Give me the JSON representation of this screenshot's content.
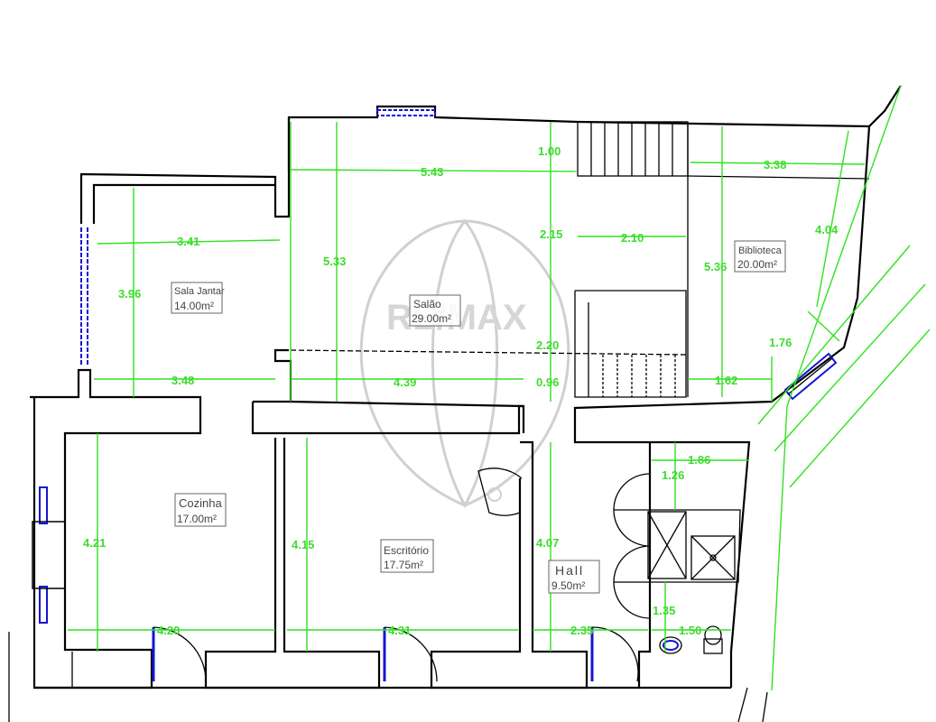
{
  "rooms": [
    {
      "id": "sala-jantar",
      "name": "Sala Jantar",
      "area": "14.00m²"
    },
    {
      "id": "salao",
      "name": "Salão",
      "area": "29.00m²"
    },
    {
      "id": "biblioteca",
      "name": "Biblioteca",
      "area": "20.00m²"
    },
    {
      "id": "cozinha",
      "name": "Cozinha",
      "area": "17.00m²"
    },
    {
      "id": "escritorio",
      "name": "Escritório",
      "area": "17.75m²"
    },
    {
      "id": "hall",
      "name": "Hall",
      "area": "9.50m²"
    }
  ],
  "dimensions": {
    "salao_top_width": "5.43",
    "stair_depth": "1.00",
    "biblioteca_width_top": "3.38",
    "sala_jantar_width_top": "3.41",
    "salao_height": "5.33",
    "gap_215": "2.15",
    "stair_width": "2.10",
    "biblioteca_diag": "4.04",
    "biblioteca_height": "5.36",
    "sala_jantar_height": "3.96",
    "gap_220": "2.20",
    "bay_width": "1.76",
    "sala_jantar_width_bottom": "3.48",
    "salao_bottom_width": "4.39",
    "gap_096": "0.96",
    "biblioteca_bottom": "1.62",
    "wc_width": "1.86",
    "wc_depth": "1.26",
    "cozinha_height": "4.21",
    "escritorio_height": "4.15",
    "hall_height": "4.07",
    "wc_lower": "1.35",
    "wc_lower_width": "1.50",
    "cozinha_width": "4.20",
    "escritorio_width": "4.31",
    "hall_width": "2.35"
  },
  "watermark": "RE/MAX",
  "colors": {
    "dimension": "#3ddc2e",
    "wall": "#000000",
    "window": "#1414d8",
    "watermark": "#d0d0d0"
  }
}
